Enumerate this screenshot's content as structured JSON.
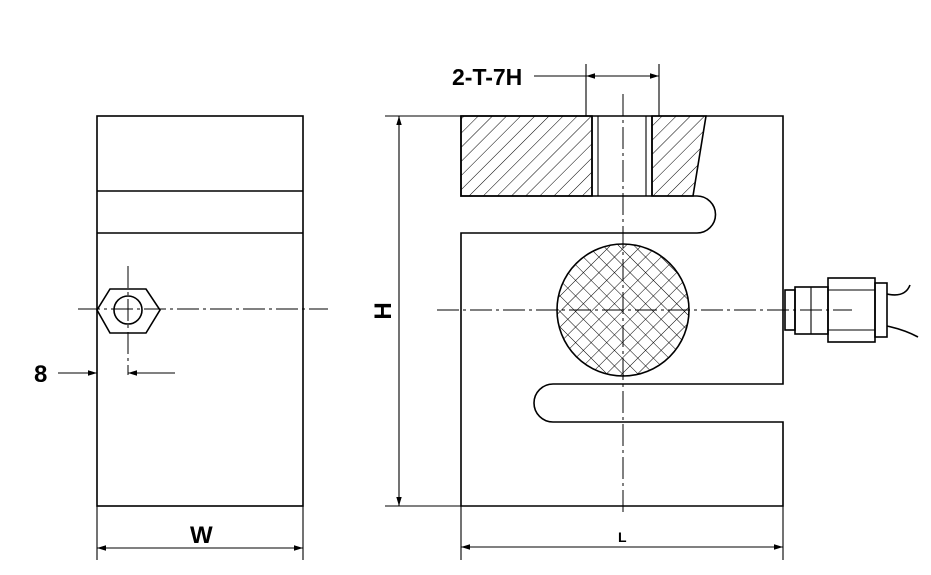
{
  "drawing": {
    "labels": {
      "thread_spec": "2-T-7H",
      "height": "H",
      "width": "W",
      "length": "L",
      "hex_offset": "8"
    }
  }
}
